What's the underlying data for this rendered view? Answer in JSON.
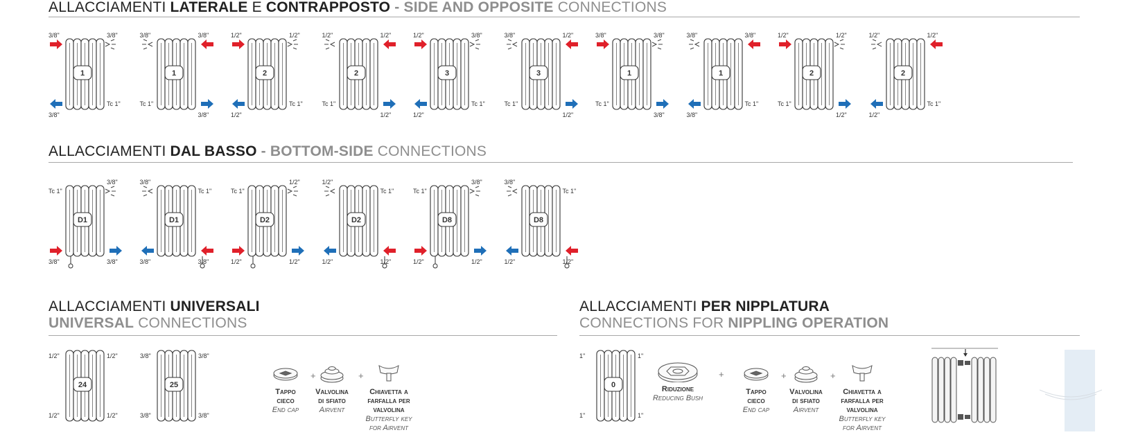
{
  "headings": {
    "side": {
      "p1": "ALLACCIAMENTI ",
      "p2": "LATERALE",
      "p3": " E ",
      "p4": "CONTRAPPOSTO",
      "p5": " - ",
      "p6": "SIDE AND OPPOSITE",
      "p7": " CONNECTIONS"
    },
    "bottom": {
      "p1": "ALLACCIAMENTI ",
      "p2": "DAL BASSO",
      "p3": " - ",
      "p4": "BOTTOM-SIDE",
      "p5": " CONNECTIONS"
    },
    "universal": {
      "p1": "ALLACCIAMENTI ",
      "p2": "UNIVERSALI",
      "line2a": "UNIVERSAL",
      "line2b": " CONNECTIONS"
    },
    "nippling": {
      "p1": "ALLACCIAMENTI ",
      "p2": "PER NIPPLATURA",
      "line2a": "CONNECTIONS FOR ",
      "line2b": "NIPPLING OPERATION"
    }
  },
  "side_diagrams": [
    {
      "code": "1",
      "tl": "3/8\"",
      "tr": "3/8\"",
      "ml": "",
      "mr": "Tc 1\"",
      "bl": "3/8\"",
      "br": "",
      "inlet": "top-left",
      "outlet": "bottom-left",
      "vent": "top-right"
    },
    {
      "code": "1",
      "tl": "3/8\"",
      "tr": "3/8\"",
      "ml": "Tc 1\"",
      "mr": "",
      "bl": "",
      "br": "3/8\"",
      "inlet": "top-right",
      "outlet": "bottom-right",
      "vent": "top-left"
    },
    {
      "code": "2",
      "tl": "1/2\"",
      "tr": "1/2\"",
      "ml": "",
      "mr": "Tc 1\"",
      "bl": "1/2\"",
      "br": "",
      "inlet": "top-left",
      "outlet": "bottom-left",
      "vent": "top-right"
    },
    {
      "code": "2",
      "tl": "1/2\"",
      "tr": "1/2\"",
      "ml": "Tc 1\"",
      "mr": "",
      "bl": "",
      "br": "1/2\"",
      "inlet": "top-right",
      "outlet": "bottom-right",
      "vent": "top-left"
    },
    {
      "code": "3",
      "tl": "1/2\"",
      "tr": "3/8\"",
      "ml": "",
      "mr": "Tc 1\"",
      "bl": "1/2\"",
      "br": "",
      "inlet": "top-left",
      "outlet": "bottom-left",
      "vent": "top-right"
    },
    {
      "code": "3",
      "tl": "3/8\"",
      "tr": "1/2\"",
      "ml": "Tc 1\"",
      "mr": "",
      "bl": "",
      "br": "1/2\"",
      "inlet": "top-right",
      "outlet": "bottom-right",
      "vent": "top-left"
    },
    {
      "code": "1",
      "tl": "3/8\"",
      "tr": "3/8\"",
      "ml": "Tc 1\"",
      "mr": "",
      "bl": "",
      "br": "3/8\"",
      "inlet": "top-left",
      "outlet": "bottom-right",
      "vent": "top-right"
    },
    {
      "code": "1",
      "tl": "3/8\"",
      "tr": "3/8\"",
      "ml": "",
      "mr": "Tc 1\"",
      "bl": "3/8\"",
      "br": "",
      "inlet": "top-right",
      "outlet": "bottom-left",
      "vent": "top-left"
    },
    {
      "code": "2",
      "tl": "1/2\"",
      "tr": "1/2\"",
      "ml": "Tc 1\"",
      "mr": "",
      "bl": "",
      "br": "1/2\"",
      "inlet": "top-left",
      "outlet": "bottom-right",
      "vent": "top-right"
    },
    {
      "code": "2",
      "tl": "1/2\"",
      "tr": "1/2\"",
      "ml": "",
      "mr": "Tc 1\"",
      "bl": "1/2\"",
      "br": "",
      "inlet": "top-right",
      "outlet": "bottom-left",
      "vent": "top-left"
    }
  ],
  "bottom_diagrams": [
    {
      "code": "D1",
      "tl": "",
      "tr": "3/8\"",
      "ml": "Tc 1\"",
      "mr": "",
      "bl": "3/8\"",
      "br": "3/8\"",
      "inlet": "bottom-left",
      "outlet": "bottom-right",
      "vent": "top-right",
      "drain": "left"
    },
    {
      "code": "D1",
      "tl": "3/8\"",
      "tr": "",
      "ml": "",
      "mr": "Tc 1\"",
      "bl": "3/8\"",
      "br": "3/8\"",
      "inlet": "bottom-right",
      "outlet": "bottom-left",
      "vent": "top-left",
      "drain": "right"
    },
    {
      "code": "D2",
      "tl": "",
      "tr": "1/2\"",
      "ml": "Tc 1\"",
      "mr": "",
      "bl": "1/2\"",
      "br": "1/2\"",
      "inlet": "bottom-left",
      "outlet": "bottom-right",
      "vent": "top-right",
      "drain": "left"
    },
    {
      "code": "D2",
      "tl": "1/2\"",
      "tr": "",
      "ml": "",
      "mr": "Tc 1\"",
      "bl": "1/2\"",
      "br": "1/2\"",
      "inlet": "bottom-right",
      "outlet": "bottom-left",
      "vent": "top-left",
      "drain": "right"
    },
    {
      "code": "D8",
      "tl": "",
      "tr": "3/8\"",
      "ml": "Tc 1\"",
      "mr": "",
      "bl": "1/2\"",
      "br": "1/2\"",
      "inlet": "bottom-left",
      "outlet": "bottom-right",
      "vent": "top-right",
      "drain": "left"
    },
    {
      "code": "D8",
      "tl": "3/8\"",
      "tr": "",
      "ml": "",
      "mr": "Tc 1\"",
      "bl": "1/2\"",
      "br": "1/2\"",
      "inlet": "bottom-right",
      "outlet": "bottom-left",
      "vent": "top-left",
      "drain": "right"
    }
  ],
  "universal_diagrams": [
    {
      "code": "24",
      "tl": "1/2\"",
      "tr": "1/2\"",
      "bl": "1/2\"",
      "br": "1/2\""
    },
    {
      "code": "25",
      "tl": "3/8\"",
      "tr": "3/8\"",
      "bl": "3/8\"",
      "br": "3/8\""
    }
  ],
  "nippling_diagram": {
    "code": "0",
    "tl": "1\"",
    "tr": "1\"",
    "bl": "1\"",
    "br": "1\""
  },
  "universal_accessories": [
    {
      "title1": "Tappo",
      "title2": "cieco",
      "sub1": "End cap",
      "sub2": "",
      "icon": "end-cap-icon"
    },
    {
      "title1": "Valvolina",
      "title2": "di sfiato",
      "sub1": "Airvent",
      "sub2": "",
      "icon": "airvent-icon"
    },
    {
      "title1": "Chiavetta a",
      "title2": "farfalla per",
      "title3": "valvolina",
      "sub1": "Butterfly key",
      "sub2": "for Airvent",
      "icon": "butterfly-key-icon"
    }
  ],
  "nippling_accessories": [
    {
      "title1": "Riduzione",
      "sub1": "Reducing Bush",
      "icon": "reducing-bush-icon"
    },
    {
      "title1": "Tappo",
      "title2": "cieco",
      "sub1": "End cap",
      "icon": "end-cap-icon"
    },
    {
      "title1": "Valvolina",
      "title2": "di sfiato",
      "sub1": "Airvent",
      "icon": "airvent-icon"
    },
    {
      "title1": "Chiavetta a",
      "title2": "farfalla per",
      "title3": "valvolina",
      "sub1": "Butterfly key",
      "sub2": "for Airvent",
      "icon": "butterfly-key-icon"
    }
  ],
  "plus_sign": "+",
  "colors": {
    "inlet": "#e0202a",
    "outlet": "#1f6fb8",
    "heading_grey": "#8e8e8e"
  }
}
